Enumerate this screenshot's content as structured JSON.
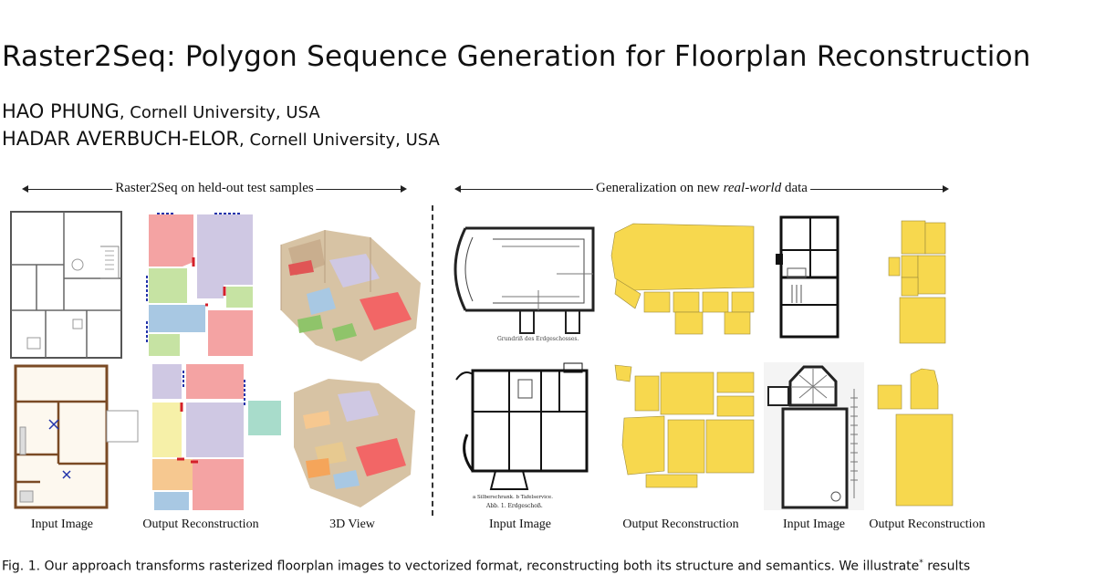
{
  "paper": {
    "title": "Raster2Seq: Polygon Sequence Generation for Floorplan Reconstruction",
    "authors": [
      {
        "name": "HAO PHUNG",
        "affiliation": "Cornell University, USA"
      },
      {
        "name": "HADAR AVERBUCH-ELOR",
        "affiliation": "Cornell University, USA"
      }
    ]
  },
  "figure": {
    "left_section_label": "Raster2Seq on held-out test samples",
    "right_section_label_prefix": "Generalization on new ",
    "right_section_label_em": "real-world",
    "right_section_label_suffix": " data",
    "column_labels": {
      "input_image_1": "Input Image",
      "output_reconstruction_1": "Output Reconstruction",
      "view_3d": "3D View",
      "input_image_2": "Input Image",
      "output_reconstruction_2": "Output Reconstruction",
      "input_image_3": "Input Image",
      "output_reconstruction_3": "Output Reconstruction"
    },
    "caption_prefix": "Fig. 1.",
    "caption_text": "  Our approach transforms rasterized floorplan images to vectorized format, reconstructing both its structure and semantics. We illustrate",
    "caption_sup": "*",
    "caption_tail": " results",
    "colors": {
      "room_red": "#f4a3a3",
      "room_lavender": "#cfc8e3",
      "room_green": "#c6e3a3",
      "room_blue": "#a8c8e3",
      "room_yellow": "#f6f0a8",
      "room_orange": "#f6c890",
      "room_teal": "#a8dccb",
      "generalization_yellow": "#f7d84e",
      "wall_red": "#d4202a",
      "door_blue": "#2233aa"
    }
  }
}
